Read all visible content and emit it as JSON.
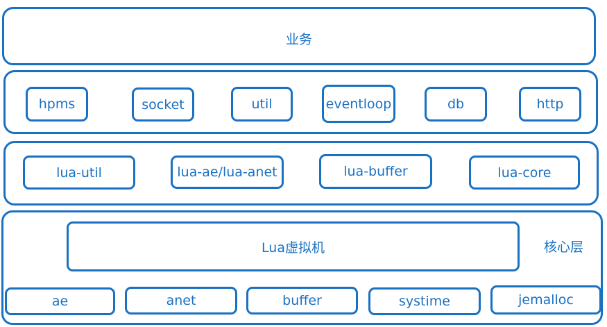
{
  "diagram": {
    "color": "#1971c2",
    "layers": {
      "business": {
        "label": "业务"
      },
      "libs": {
        "modules": [
          "hpms",
          "socket",
          "util",
          "eventloop",
          "db",
          "http"
        ]
      },
      "lua_libs": {
        "modules": [
          "lua-util",
          "lua-ae/lua-anet",
          "lua-buffer",
          "lua-core"
        ]
      },
      "core": {
        "label": "核心层",
        "vm_label": "Lua虚拟机",
        "modules": [
          "ae",
          "anet",
          "buffer",
          "systime",
          "jemalloc"
        ]
      }
    }
  }
}
